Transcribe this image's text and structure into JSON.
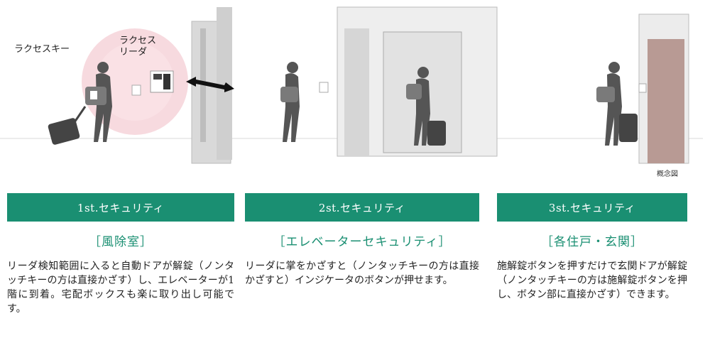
{
  "illustration": {
    "note": "概念図",
    "label_key": "ラクセスキー",
    "label_reader": "ラクセス\nリーダ"
  },
  "sections": [
    {
      "heading": "1st.セキュリティ",
      "subheading": "［風除室］",
      "body": "リーダ検知範囲に入ると自動ドアが解錠（ノンタッチキーの方は直接かざす）し、エレベーターが1階に到着。宅配ボックスも楽に取り出し可能です。"
    },
    {
      "heading": "2st.セキュリティ",
      "subheading": "［エレベーターセキュリティ］",
      "body": "リーダに掌をかざすと（ノンタッチキーの方は直接かざすと）インジケータのボタンが押せます。"
    },
    {
      "heading": "3st.セキュリティ",
      "subheading": "［各住戸・玄関］",
      "body": "施解錠ボタンを押すだけで玄関ドアが解錠（ノンタッチキーの方は施解錠ボタンを押し、ボタン部に直接かざす）できます。"
    }
  ],
  "colors": {
    "accent": "#1a8f72"
  }
}
